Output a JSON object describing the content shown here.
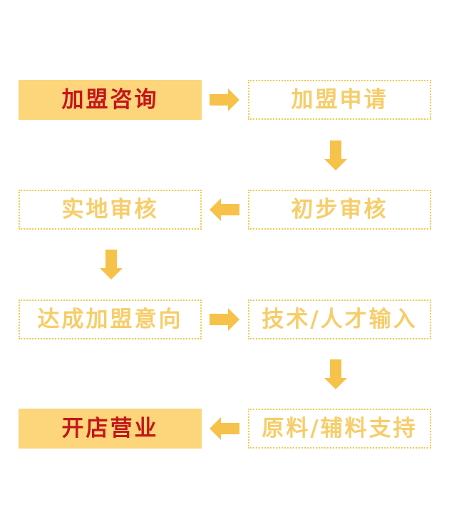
{
  "colors": {
    "solid_fill": "#fdd57a",
    "solid_text": "#c4161c",
    "dotted_border": "#f6c94e",
    "dotted_text": "#f7cd6a",
    "arrow": "#f7c24a"
  },
  "steps": [
    {
      "label": "加盟咨询",
      "style": "solid"
    },
    {
      "label": "加盟申请",
      "style": "dotted"
    },
    {
      "label": "初步审核",
      "style": "dotted"
    },
    {
      "label": "实地审核",
      "style": "dotted"
    },
    {
      "label": "达成加盟意向",
      "style": "dotted"
    },
    {
      "label": "技术/人才输入",
      "style": "dotted"
    },
    {
      "label": "原料/辅料支持",
      "style": "dotted"
    },
    {
      "label": "开店营业",
      "style": "solid"
    }
  ]
}
